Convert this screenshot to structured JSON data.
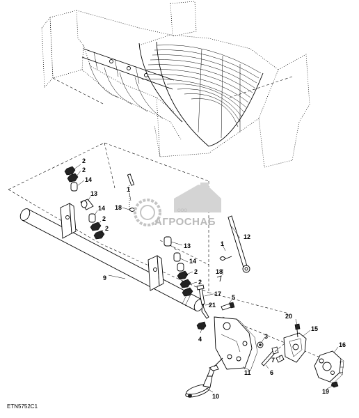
{
  "figure_id": "ETN5752C1",
  "watermark": {
    "brand": "АГРОСНАБ",
    "prefix": "ООО"
  },
  "callouts": [
    {
      "id": "c-2a",
      "label": "2"
    },
    {
      "id": "c-2b",
      "label": "2"
    },
    {
      "id": "c-14a",
      "label": "14"
    },
    {
      "id": "c-13a",
      "label": "13"
    },
    {
      "id": "c-14b",
      "label": "14"
    },
    {
      "id": "c-2c",
      "label": "2"
    },
    {
      "id": "c-2d",
      "label": "2"
    },
    {
      "id": "c-1a",
      "label": "1"
    },
    {
      "id": "c-18a",
      "label": "18"
    },
    {
      "id": "c-9",
      "label": "9"
    },
    {
      "id": "c-13b",
      "label": "13"
    },
    {
      "id": "c-14c",
      "label": "14"
    },
    {
      "id": "c-2e",
      "label": "2"
    },
    {
      "id": "c-2f",
      "label": "2"
    },
    {
      "id": "c-1b",
      "label": "1"
    },
    {
      "id": "c-12",
      "label": "12"
    },
    {
      "id": "c-18b",
      "label": "18"
    },
    {
      "id": "c-17",
      "label": "17"
    },
    {
      "id": "c-21",
      "label": "21"
    },
    {
      "id": "c-5",
      "label": "5"
    },
    {
      "id": "c-4",
      "label": "4"
    },
    {
      "id": "c-3",
      "label": "3"
    },
    {
      "id": "c-20",
      "label": "20"
    },
    {
      "id": "c-15",
      "label": "15"
    },
    {
      "id": "c-16",
      "label": "16"
    },
    {
      "id": "c-7",
      "label": "7"
    },
    {
      "id": "c-11",
      "label": "11"
    },
    {
      "id": "c-6",
      "label": "6"
    },
    {
      "id": "c-19",
      "label": "19"
    },
    {
      "id": "c-10",
      "label": "10"
    }
  ]
}
